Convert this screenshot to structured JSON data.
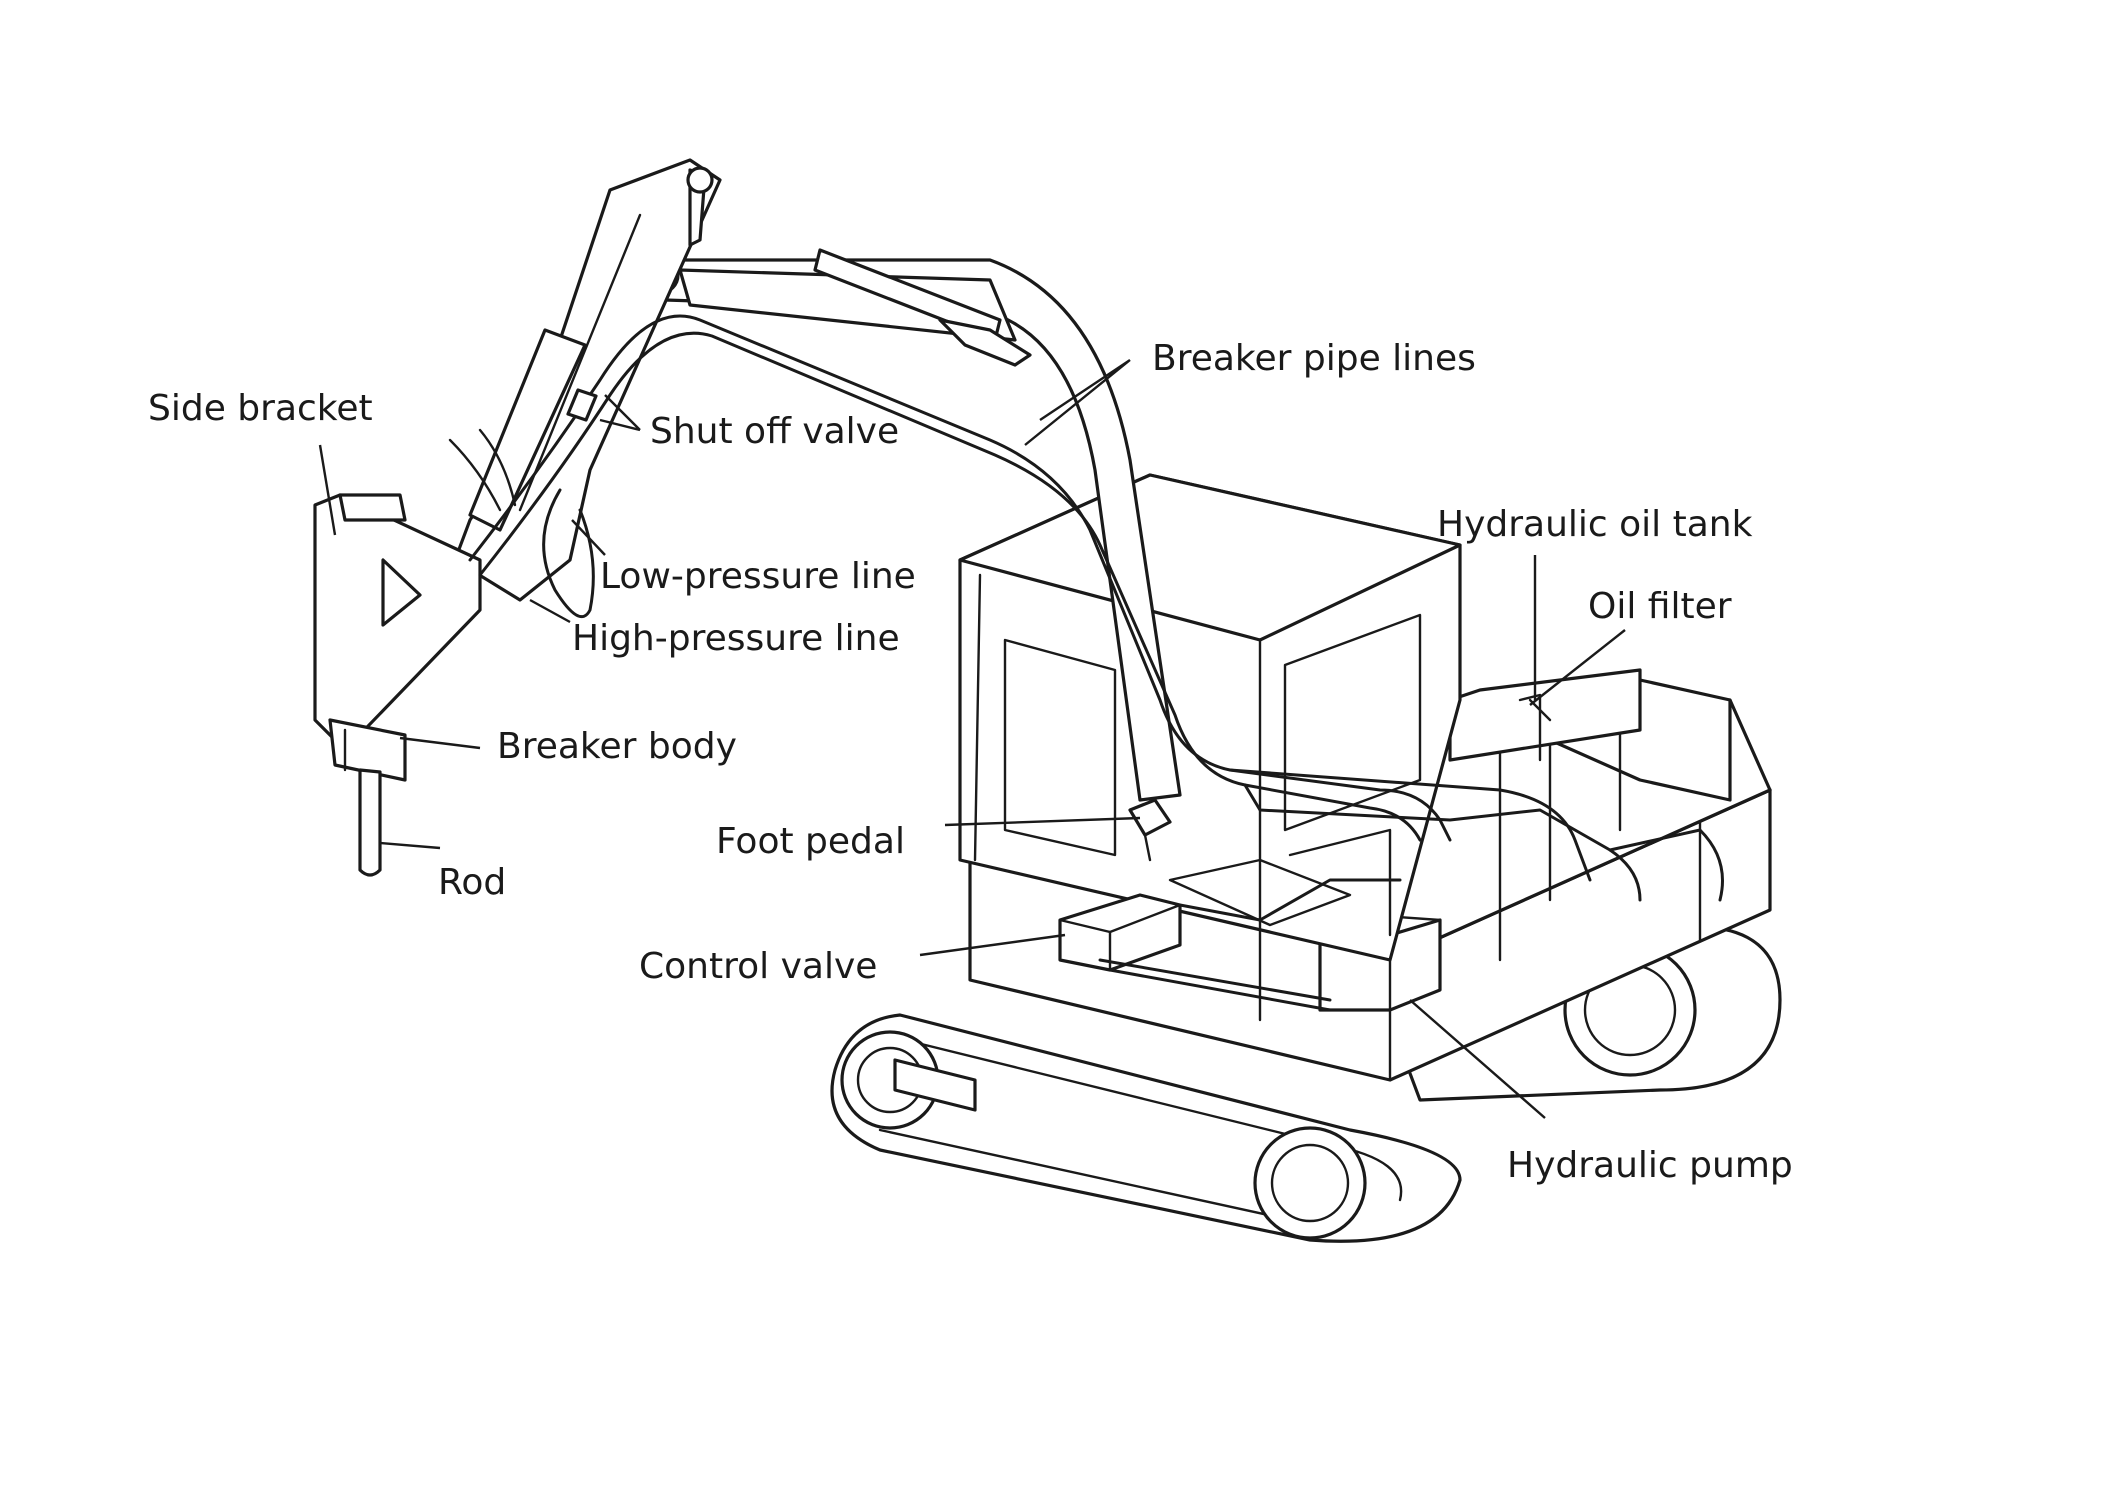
{
  "labels": {
    "side_bracket": "Side bracket",
    "shut_off_valve": "Shut off valve",
    "low_pressure_line": "Low-pressure line",
    "high_pressure_line": "High-pressure line",
    "breaker_body": "Breaker body",
    "rod": "Rod",
    "breaker_pipe_lines": "Breaker pipe lines",
    "hydraulic_oil_tank": "Hydraulic oil tank",
    "oil_filter": "Oil filter",
    "foot_pedal": "Foot pedal",
    "control_valve": "Control valve",
    "hydraulic_pump": "Hydraulic pump"
  },
  "colors": {
    "ink": "#1a1a1a",
    "background": "#ffffff"
  }
}
